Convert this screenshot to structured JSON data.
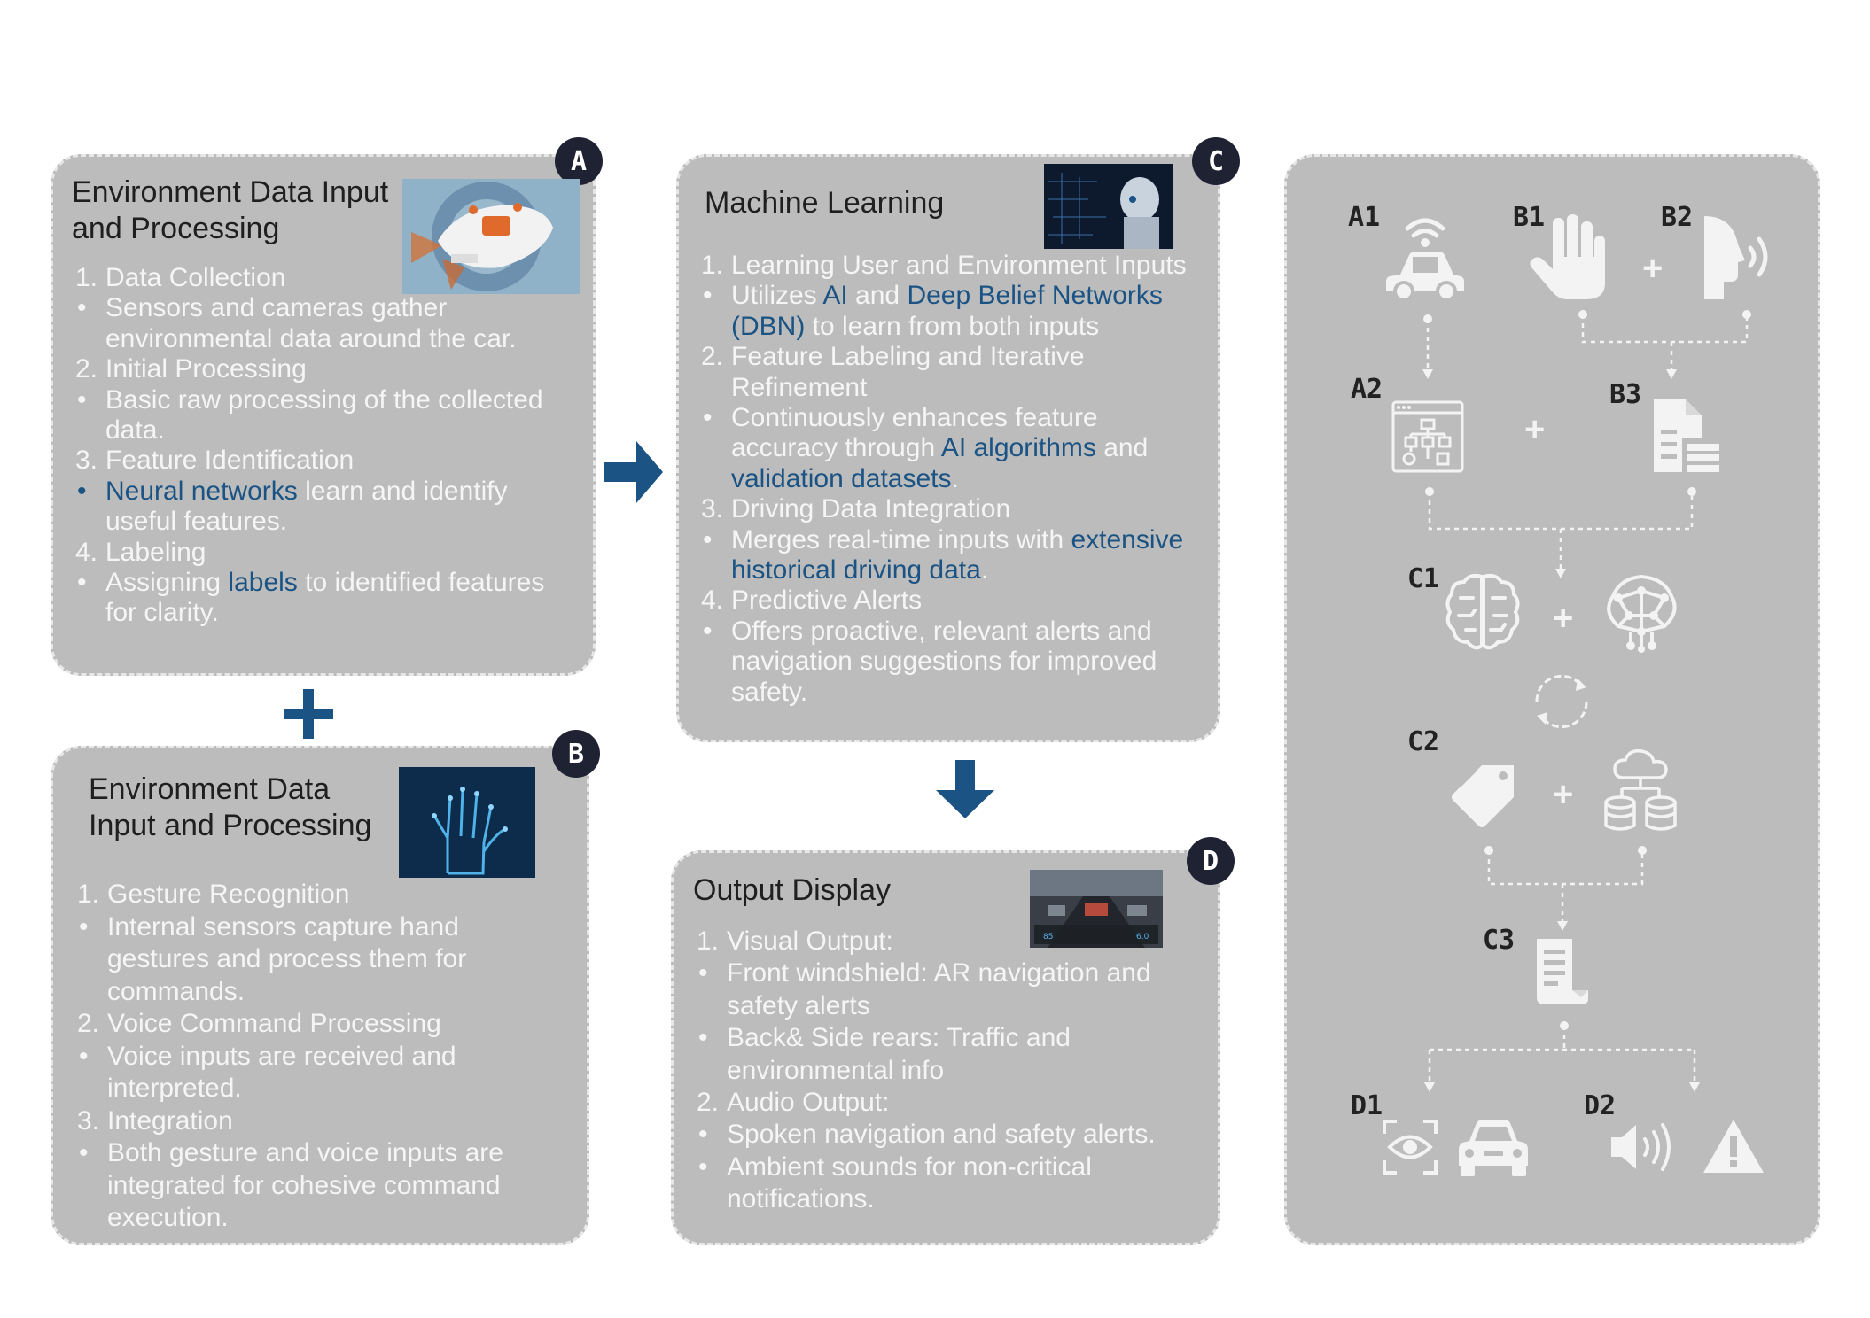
{
  "panels": {
    "A": {
      "badge": "A",
      "title": [
        "Environment Data Input",
        "and Processing"
      ],
      "items": [
        {
          "t": "num",
          "n": "1.",
          "s": [
            [
              "Data Collection",
              false
            ]
          ]
        },
        {
          "t": "bul",
          "s": [
            [
              "Sensors and cameras gather",
              false
            ]
          ]
        },
        {
          "t": "cont",
          "s": [
            [
              "environmental data around the car.",
              false
            ]
          ]
        },
        {
          "t": "num",
          "n": "2.",
          "s": [
            [
              "Initial Processing",
              false
            ]
          ]
        },
        {
          "t": "bul",
          "s": [
            [
              "Basic raw processing of the collected",
              false
            ]
          ]
        },
        {
          "t": "cont",
          "s": [
            [
              "data.",
              false
            ]
          ]
        },
        {
          "t": "num",
          "n": "3.",
          "s": [
            [
              "Feature Identification",
              false
            ]
          ]
        },
        {
          "t": "bul",
          "hb": true,
          "s": [
            [
              "Neural networks",
              true
            ],
            [
              " learn and identify",
              false
            ]
          ]
        },
        {
          "t": "cont",
          "s": [
            [
              "useful features.",
              false
            ]
          ]
        },
        {
          "t": "num",
          "n": "4.",
          "s": [
            [
              "Labeling",
              false
            ]
          ]
        },
        {
          "t": "bul",
          "s": [
            [
              "Assigning ",
              false
            ],
            [
              "labels",
              true
            ],
            [
              " to identified features",
              false
            ]
          ]
        },
        {
          "t": "cont",
          "s": [
            [
              "for clarity.",
              false
            ]
          ]
        }
      ]
    },
    "B": {
      "badge": "B",
      "title": [
        "Environment Data",
        "Input and Processing"
      ],
      "items": [
        {
          "t": "num",
          "n": "1.",
          "s": [
            [
              "Gesture Recognition",
              false
            ]
          ]
        },
        {
          "t": "bul",
          "s": [
            [
              "Internal sensors capture hand",
              false
            ]
          ]
        },
        {
          "t": "cont",
          "s": [
            [
              "gestures and process them for",
              false
            ]
          ]
        },
        {
          "t": "cont",
          "s": [
            [
              "commands.",
              false
            ]
          ]
        },
        {
          "t": "num",
          "n": "2.",
          "s": [
            [
              "Voice Command Processing",
              false
            ]
          ]
        },
        {
          "t": "bul",
          "s": [
            [
              "Voice inputs are received and",
              false
            ]
          ]
        },
        {
          "t": "cont",
          "s": [
            [
              "interpreted.",
              false
            ]
          ]
        },
        {
          "t": "num",
          "n": "3.",
          "s": [
            [
              "Integration",
              false
            ]
          ]
        },
        {
          "t": "bul",
          "s": [
            [
              "Both gesture and voice inputs are",
              false
            ]
          ]
        },
        {
          "t": "cont",
          "s": [
            [
              "integrated for cohesive command",
              false
            ]
          ]
        },
        {
          "t": "cont",
          "s": [
            [
              "execution.",
              false
            ]
          ]
        }
      ]
    },
    "C": {
      "badge": "C",
      "title": [
        "Machine Learning"
      ],
      "items": [
        {
          "t": "num",
          "n": "1.",
          "s": [
            [
              "Learning User and Environment Inputs",
              false
            ]
          ]
        },
        {
          "t": "bul",
          "s": [
            [
              "Utilizes ",
              false
            ],
            [
              "AI",
              true
            ],
            [
              " and ",
              false
            ],
            [
              "Deep Belief Networks",
              true
            ]
          ]
        },
        {
          "t": "cont",
          "s": [
            [
              "(DBN)",
              true
            ],
            [
              " to learn from both inputs",
              false
            ]
          ]
        },
        {
          "t": "num",
          "n": "2.",
          "s": [
            [
              "Feature Labeling and Iterative",
              false
            ]
          ]
        },
        {
          "t": "cont",
          "s": [
            [
              "Refinement",
              false
            ]
          ]
        },
        {
          "t": "bul",
          "s": [
            [
              "Continuously enhances feature",
              false
            ]
          ]
        },
        {
          "t": "cont",
          "s": [
            [
              "accuracy through ",
              false
            ],
            [
              "AI algorithms",
              true
            ],
            [
              " and",
              false
            ]
          ]
        },
        {
          "t": "cont",
          "s": [
            [
              "validation datasets",
              true
            ],
            [
              ".",
              false
            ]
          ]
        },
        {
          "t": "num",
          "n": "3.",
          "s": [
            [
              "Driving Data Integration",
              false
            ]
          ]
        },
        {
          "t": "bul",
          "s": [
            [
              "Merges real-time inputs with ",
              false
            ],
            [
              "extensive",
              true
            ]
          ]
        },
        {
          "t": "cont",
          "s": [
            [
              "historical driving data",
              true
            ],
            [
              ".",
              false
            ]
          ]
        },
        {
          "t": "num",
          "n": "4.",
          "s": [
            [
              "Predictive Alerts",
              false
            ]
          ]
        },
        {
          "t": "bul",
          "s": [
            [
              "Offers proactive, relevant alerts and",
              false
            ]
          ]
        },
        {
          "t": "cont",
          "s": [
            [
              "navigation suggestions for improved",
              false
            ]
          ]
        },
        {
          "t": "cont",
          "s": [
            [
              "safety.",
              false
            ]
          ]
        }
      ]
    },
    "D": {
      "badge": "D",
      "title": [
        "Output Display"
      ],
      "items": [
        {
          "t": "num",
          "n": "1.",
          "s": [
            [
              "Visual Output:",
              false
            ]
          ]
        },
        {
          "t": "bul",
          "s": [
            [
              "Front windshield: AR navigation and",
              false
            ]
          ]
        },
        {
          "t": "cont",
          "s": [
            [
              "safety alerts",
              false
            ]
          ]
        },
        {
          "t": "bul",
          "s": [
            [
              "Back& Side rears: Traffic and",
              false
            ]
          ]
        },
        {
          "t": "cont",
          "s": [
            [
              "environmental info",
              false
            ]
          ]
        },
        {
          "t": "num",
          "n": "2.",
          "s": [
            [
              "Audio Output:",
              false
            ]
          ]
        },
        {
          "t": "bul",
          "s": [
            [
              "Spoken navigation and safety alerts.",
              false
            ]
          ]
        },
        {
          "t": "bul",
          "s": [
            [
              "Ambient sounds for non-critical",
              false
            ]
          ]
        },
        {
          "t": "cont",
          "s": [
            [
              "notifications.",
              false
            ]
          ]
        }
      ]
    }
  },
  "flow": {
    "labels": {
      "A1": "A1",
      "B1": "B1",
      "B2": "B2",
      "A2": "A2",
      "B3": "B3",
      "C1": "C1",
      "C2": "C2",
      "C3": "C3",
      "D1": "D1",
      "D2": "D2"
    },
    "plus": "+"
  },
  "colors": {
    "panel": "#bcbcbc",
    "accent": "#1a5384",
    "badge": "#1f2233",
    "text": "#f5f5f5"
  }
}
